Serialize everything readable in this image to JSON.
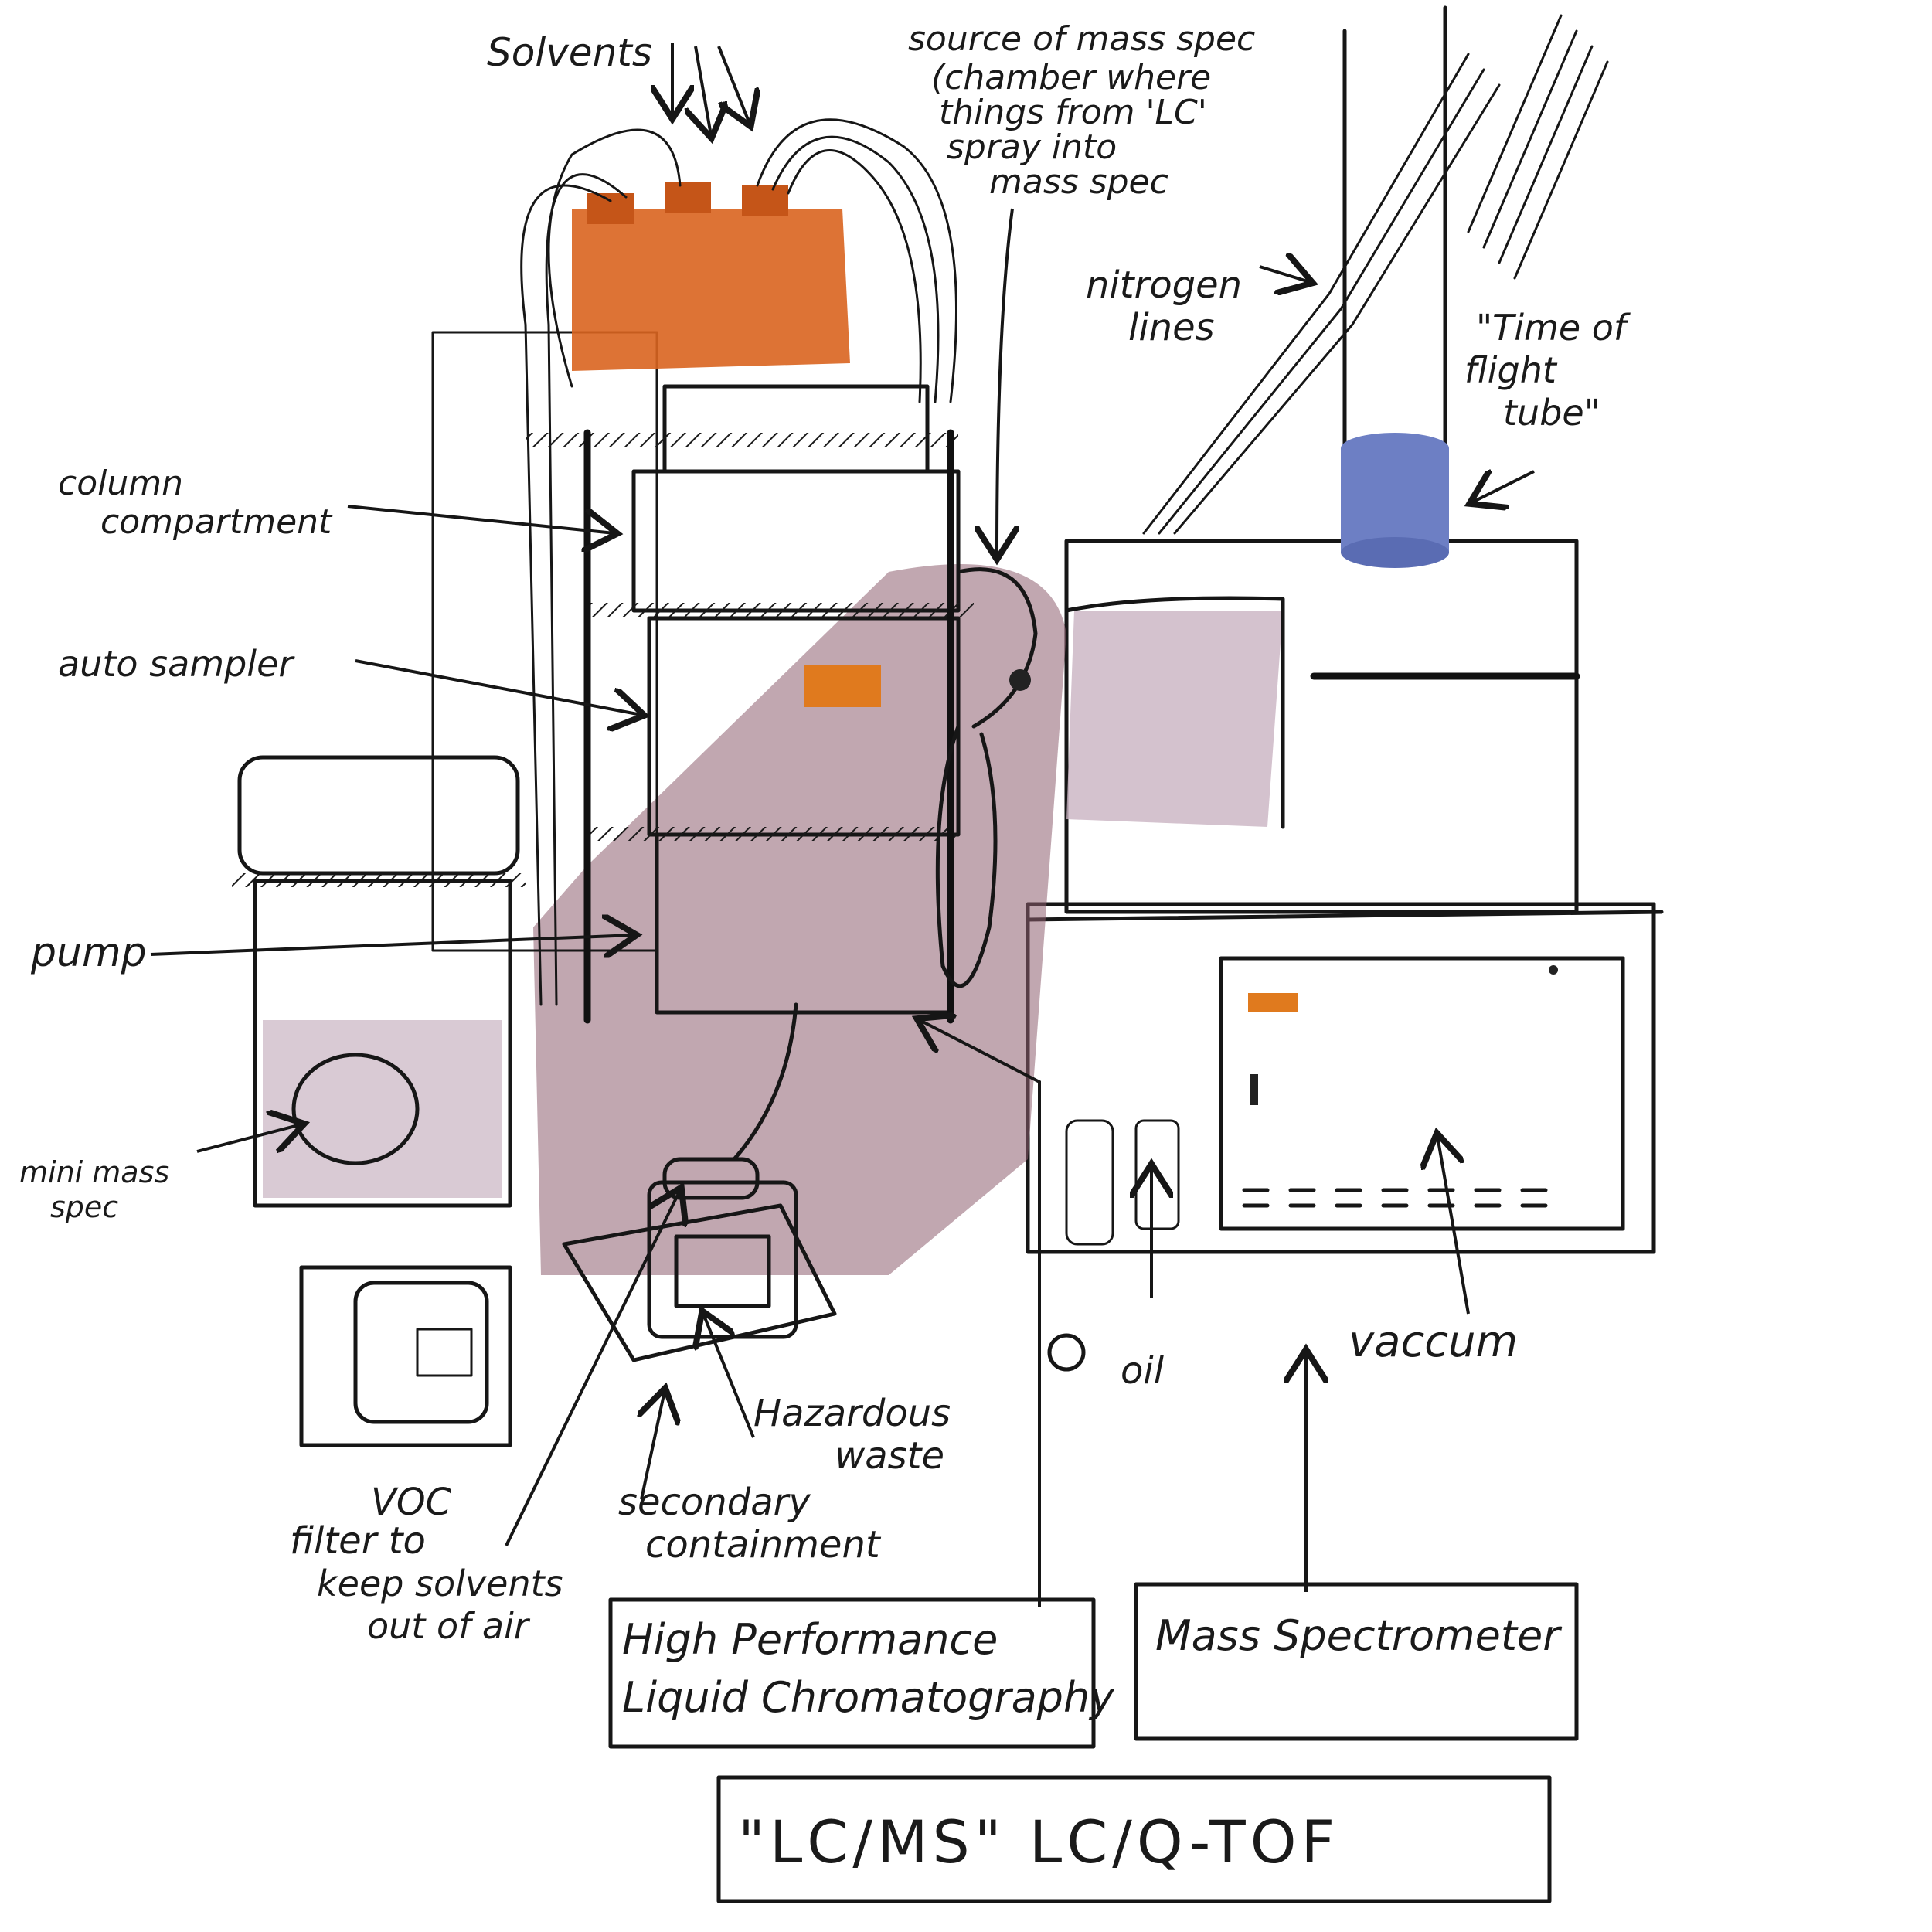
{
  "colors": {
    "ink": "#161616",
    "solvent_orange": "#d9641f",
    "tof_blue": "#6d7fc4",
    "body_mauve": "#c9b3c2",
    "body_dark_mauve": "#8e5f6f",
    "paper": "#ffffff"
  },
  "labels": {
    "solvents": "Solvents",
    "source": [
      "source of mass spec",
      "(chamber where",
      "things from 'LC'",
      "spray into",
      "mass spec"
    ],
    "nitrogen": [
      "nitrogen",
      "lines"
    ],
    "tof": [
      "\"Time of",
      "flight",
      "tube\""
    ],
    "column": [
      "column",
      "compartment"
    ],
    "autosampler": "auto sampler",
    "pump": "pump",
    "mini_ms": [
      "mini mass",
      "spec"
    ],
    "voc": [
      "VOC",
      "filter to",
      "keep solvents",
      "out of air"
    ],
    "secondary": [
      "secondary",
      "containment"
    ],
    "hazardous": [
      "Hazardous",
      "waste"
    ],
    "oil": "oil",
    "vacuum": "vaccum"
  },
  "boxes": {
    "hplc": [
      "High Performance",
      "Liquid Chromatography"
    ],
    "ms": "Mass Spectrometer",
    "title": "\"LC/MS\" LC/Q-TOF"
  }
}
